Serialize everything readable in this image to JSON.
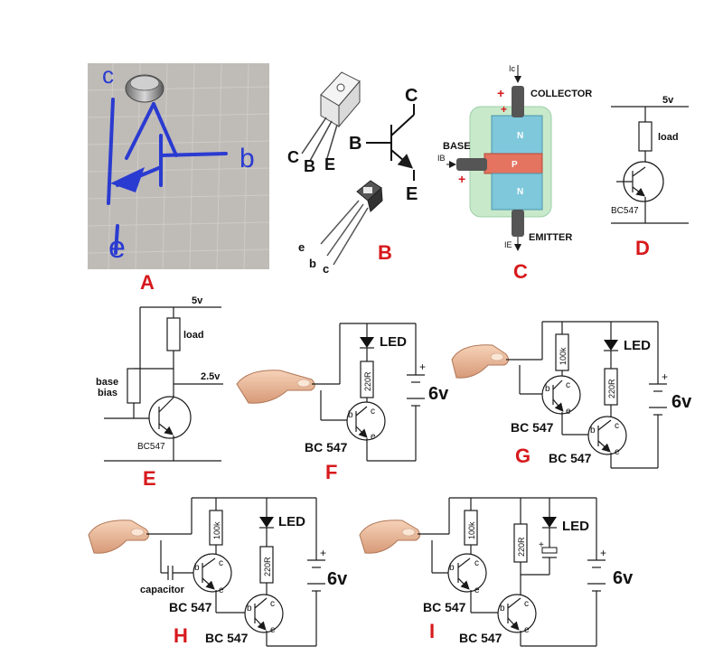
{
  "panels": {
    "A": {
      "label": "A",
      "handwritten": {
        "c": "c",
        "b": "b",
        "e": "e"
      }
    },
    "B": {
      "label": "B",
      "pins_to220": [
        "C",
        "B",
        "E"
      ],
      "pins_to92": [
        "e",
        "b",
        "c"
      ],
      "symbol": {
        "c": "C",
        "b": "B",
        "e": "E"
      }
    },
    "C": {
      "label": "C",
      "collector": "COLLECTOR",
      "base": "BASE",
      "emitter": "EMITTER",
      "ic": "Ic",
      "ib": "IB",
      "ie": "IE",
      "layers": [
        "N",
        "P",
        "N"
      ]
    },
    "D": {
      "label": "D",
      "supply": "5v",
      "load": "load",
      "part": "BC547"
    },
    "E": {
      "label": "E",
      "supply": "5v",
      "load": "load",
      "base_bias_1": "base",
      "base_bias_2": "bias",
      "mid_voltage": "2.5v",
      "part": "BC547"
    },
    "F": {
      "label": "F",
      "led": "LED",
      "resistor": "220R",
      "battery": "6v",
      "plus": "+",
      "part": "BC 547",
      "b": "b",
      "c": "c",
      "e": "e"
    },
    "G": {
      "label": "G",
      "led": "LED",
      "r1": "100k",
      "r2": "220R",
      "battery": "6v",
      "plus": "+",
      "part1": "BC 547",
      "part2": "BC 547",
      "b": "b",
      "c": "c",
      "e": "e"
    },
    "H": {
      "label": "H",
      "led": "LED",
      "r1": "100k",
      "r2": "220R",
      "battery": "6v",
      "plus": "+",
      "capacitor": "capacitor",
      "part1": "BC 547",
      "part2": "BC 547",
      "b": "b",
      "c": "c",
      "e": "e"
    },
    "I": {
      "label": "I",
      "led": "LED",
      "r1": "100k",
      "r2": "220R",
      "battery": "6v",
      "plus": "+",
      "part1": "BC 547",
      "part2": "BC 547",
      "b": "b",
      "c": "c",
      "e": "e"
    }
  },
  "colors": {
    "panel_label": "#d7191c",
    "ink": "#1a1a1a",
    "handwriting": "#2a3bd1",
    "photo_bg": "#bcb8b4",
    "n_layer": "#7fc8dc",
    "p_layer": "#e4735f",
    "case_green": "#bde6c0"
  }
}
